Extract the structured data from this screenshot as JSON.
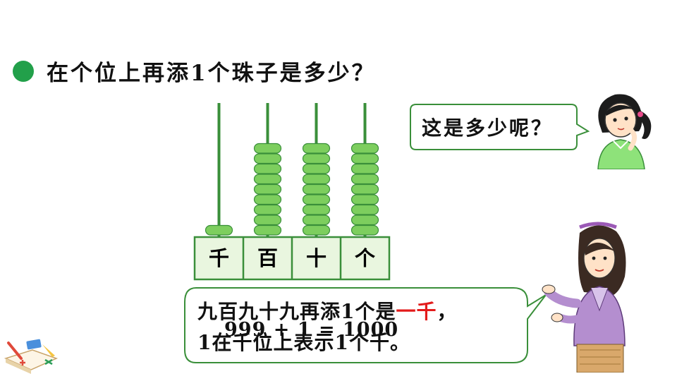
{
  "question": {
    "text": "在个位上再添1个珠子是多少？",
    "bullet_color": "#22a04a"
  },
  "abacus": {
    "labels": [
      "千",
      "百",
      "十",
      "个"
    ],
    "bead_counts": [
      1,
      9,
      9,
      9
    ],
    "bead_color": "#7dce5e",
    "frame_color": "#3a8f3a"
  },
  "girl": {
    "speech": "这是多少呢？"
  },
  "teacher": {
    "speech_line1_before": "九百九十九再添1个是",
    "speech_line1_highlight": "一千",
    "speech_line1_after": "，",
    "speech_line2": "1在千位上表示1个千。",
    "equation": "999 + 1 = 1000",
    "highlight_color": "#e31b1b"
  },
  "icons": [
    "stationery-icon",
    "girl-thinking-icon",
    "teacher-presenting-icon"
  ]
}
